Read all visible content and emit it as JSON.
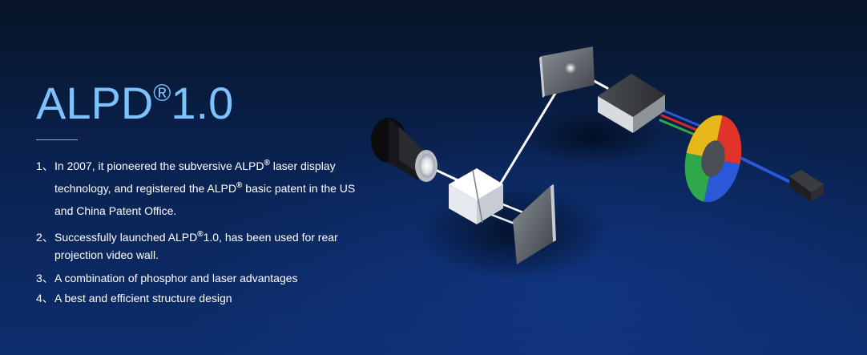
{
  "title": {
    "prefix": "ALPD",
    "mark": "®",
    "suffix": "1.0"
  },
  "items": [
    {
      "num": "1、",
      "parts": [
        "In 2007, it pioneered the subversive ALPD",
        "®",
        " laser display technology, and registered the ALPD",
        "®",
        " basic patent in the US and China Patent Office."
      ]
    },
    {
      "num": "2、",
      "parts": [
        "Successfully launched ALPD",
        "®",
        "1.0, has been used for rear projection video wall."
      ]
    },
    {
      "num": "3、",
      "text": "A combination of phosphor and laser advantages"
    },
    {
      "num": "4、",
      "text": "A best and efficient structure design"
    }
  ],
  "colors": {
    "title": "#7cc2ff",
    "wheel_red": "#e0342a",
    "wheel_yellow": "#e8b81a",
    "wheel_green": "#2ea84a",
    "wheel_blue": "#2a58d8"
  }
}
